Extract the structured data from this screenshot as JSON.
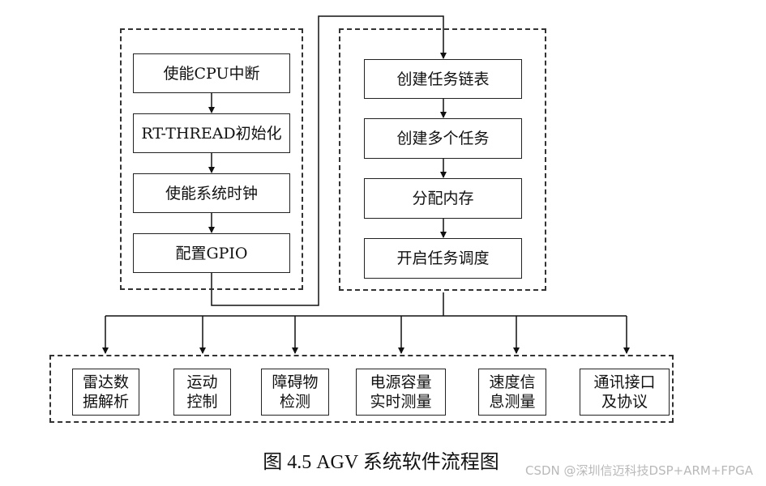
{
  "diagram": {
    "left_group": [
      "使能CPU中断",
      "RT-THREAD初始化",
      "使能系统时钟",
      "配置GPIO"
    ],
    "right_group": [
      "创建任务链表",
      "创建多个任务",
      "分配内存",
      "开启任务调度"
    ],
    "bottom_group": [
      "雷达数\n据解析",
      "运动\n控制",
      "障碍物\n检测",
      "电源容量\n实时测量",
      "速度信\n息测量",
      "通讯接口\n及协议"
    ]
  },
  "caption": "图 4.5 AGV 系统软件流程图",
  "watermark": "CSDN @深圳信迈科技DSP+ARM+FPGA"
}
